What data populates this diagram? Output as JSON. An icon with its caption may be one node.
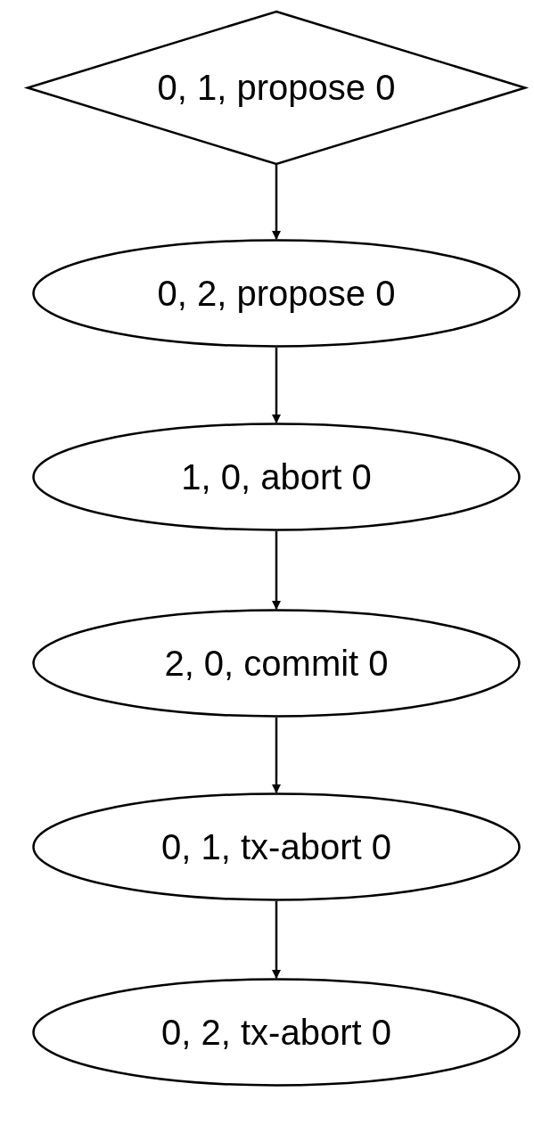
{
  "diagram": {
    "nodes": [
      {
        "text": [
          "0, 1, propose 0"
        ]
      },
      {
        "text": [
          "0, 2, propose 0"
        ]
      },
      {
        "text": [
          "1, 0, abort 0"
        ]
      },
      {
        "text": [
          "2, 0, commit 0"
        ]
      },
      {
        "text": [
          "0, 1, tx-abort 0"
        ]
      },
      {
        "text": [
          "0, 2, tx-abort 0"
        ]
      }
    ],
    "edges": [
      {
        "from": 0,
        "to": 1,
        "arrow": "to"
      },
      {
        "from": 1,
        "to": 2,
        "arrow": "to"
      },
      {
        "from": 2,
        "to": 3,
        "arrow": "to"
      },
      {
        "from": 3,
        "to": 4,
        "arrow": "to"
      },
      {
        "from": 4,
        "to": 5,
        "arrow": "to"
      }
    ]
  }
}
